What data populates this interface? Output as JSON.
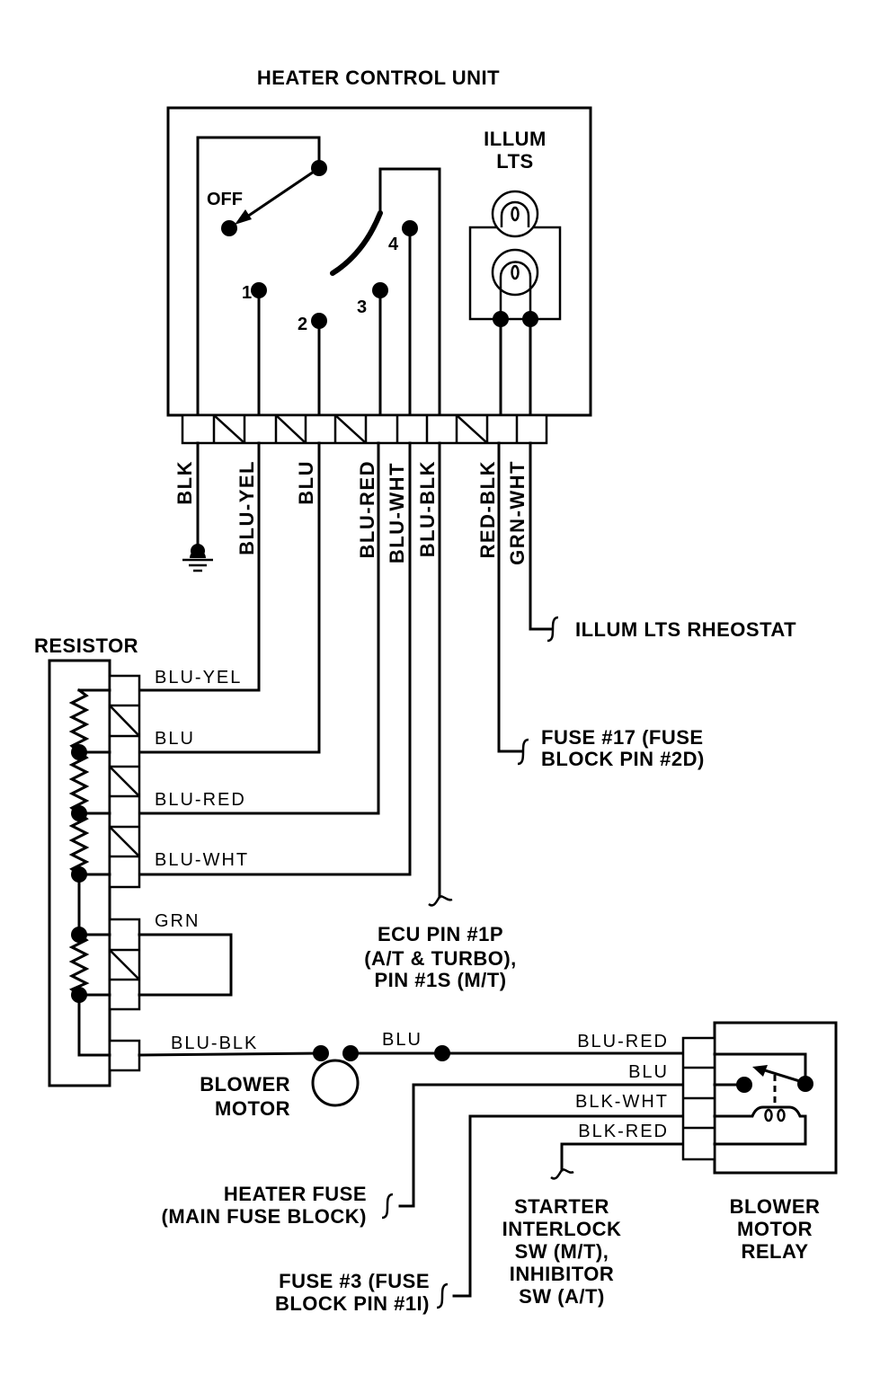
{
  "title": "HEATER CONTROL UNIT",
  "hcu": {
    "off_label": "OFF",
    "positions": [
      "1",
      "2",
      "3",
      "4"
    ],
    "illum_label": [
      "ILLUM",
      "LTS"
    ],
    "connector_wires": [
      "BLK",
      "BLU-YEL",
      "BLU",
      "BLU-RED",
      "BLU-WHT",
      "BLU-BLK",
      "RED-BLK",
      "GRN-WHT"
    ]
  },
  "resistor": {
    "label": "RESISTOR",
    "wires": [
      "BLU-YEL",
      "BLU",
      "BLU-RED",
      "BLU-WHT",
      "GRN"
    ]
  },
  "blower_motor": {
    "label": [
      "BLOWER",
      "MOTOR"
    ],
    "wires": [
      "BLU-BLK",
      "BLU"
    ]
  },
  "relay": {
    "label": [
      "BLOWER",
      "MOTOR",
      "RELAY"
    ],
    "wires": [
      "BLU-RED",
      "BLU",
      "BLK-WHT",
      "BLK-RED"
    ]
  },
  "destinations": {
    "illum_rheostat": [
      "ILLUM LTS RHEOSTAT"
    ],
    "fuse_17": [
      "FUSE #17 (FUSE",
      "BLOCK PIN #2D)"
    ],
    "ecu": [
      "ECU PIN #1P",
      "(A/T & TURBO),",
      "PIN #1S (M/T)"
    ],
    "heater_fuse": [
      "HEATER FUSE",
      "(MAIN FUSE BLOCK)"
    ],
    "fuse_3": [
      "FUSE #3 (FUSE",
      "BLOCK PIN #1I)"
    ],
    "starter_interlock": [
      "STARTER",
      "INTERLOCK",
      "SW (M/T),",
      "INHIBITOR",
      "SW (A/T)"
    ]
  },
  "colors": {
    "ink": "#000000",
    "paper": "#ffffff"
  }
}
